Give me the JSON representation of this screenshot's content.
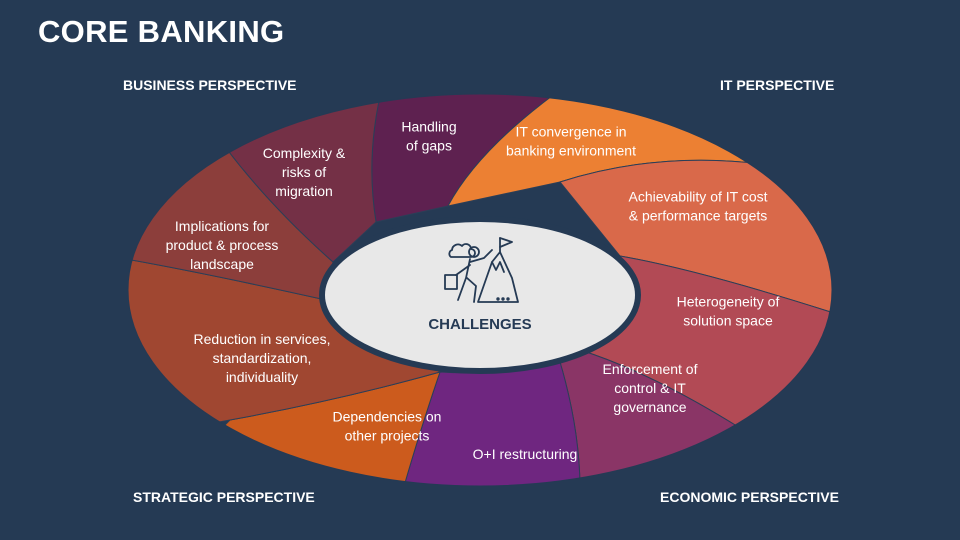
{
  "title": "CORE BANKING",
  "perspectives": {
    "business": "BUSINESS PERSPECTIVE",
    "it": "IT PERSPECTIVE",
    "strategic": "STRATEGIC PERSPECTIVE",
    "economic": "ECONOMIC PERSPECTIVE"
  },
  "center": {
    "label": "CHALLENGES",
    "icon": "climber-mountain-flag-icon"
  },
  "segments": [
    {
      "id": "handling-of-gaps",
      "lines": [
        "Handling",
        "of gaps"
      ],
      "color": "#5e2150"
    },
    {
      "id": "it-convergence",
      "lines": [
        "IT convergence in",
        "banking environment"
      ],
      "color": "#ec8033"
    },
    {
      "id": "it-cost-targets",
      "lines": [
        "Achievability of IT cost",
        "& performance targets"
      ],
      "color": "#d9694a"
    },
    {
      "id": "heterogeneity",
      "lines": [
        "Heterogeneity of",
        "solution space"
      ],
      "color": "#b24a55"
    },
    {
      "id": "enforcement",
      "lines": [
        "Enforcement of",
        "control & IT",
        "governance"
      ],
      "color": "#8a3566"
    },
    {
      "id": "oi-restructuring",
      "lines": [
        "O+I restructuring"
      ],
      "color": "#6f2680"
    },
    {
      "id": "dependencies",
      "lines": [
        "Dependencies on",
        "other projects"
      ],
      "color": "#cc5b1d"
    },
    {
      "id": "reduction",
      "lines": [
        "Reduction in services,",
        "standardization,",
        "individuality"
      ],
      "color": "#a04731"
    },
    {
      "id": "implications",
      "lines": [
        "Implications for",
        "product & process",
        "landscape"
      ],
      "color": "#8c3e3b"
    },
    {
      "id": "complexity",
      "lines": [
        "Complexity &",
        "risks of",
        "migration"
      ],
      "color": "#743046"
    }
  ]
}
